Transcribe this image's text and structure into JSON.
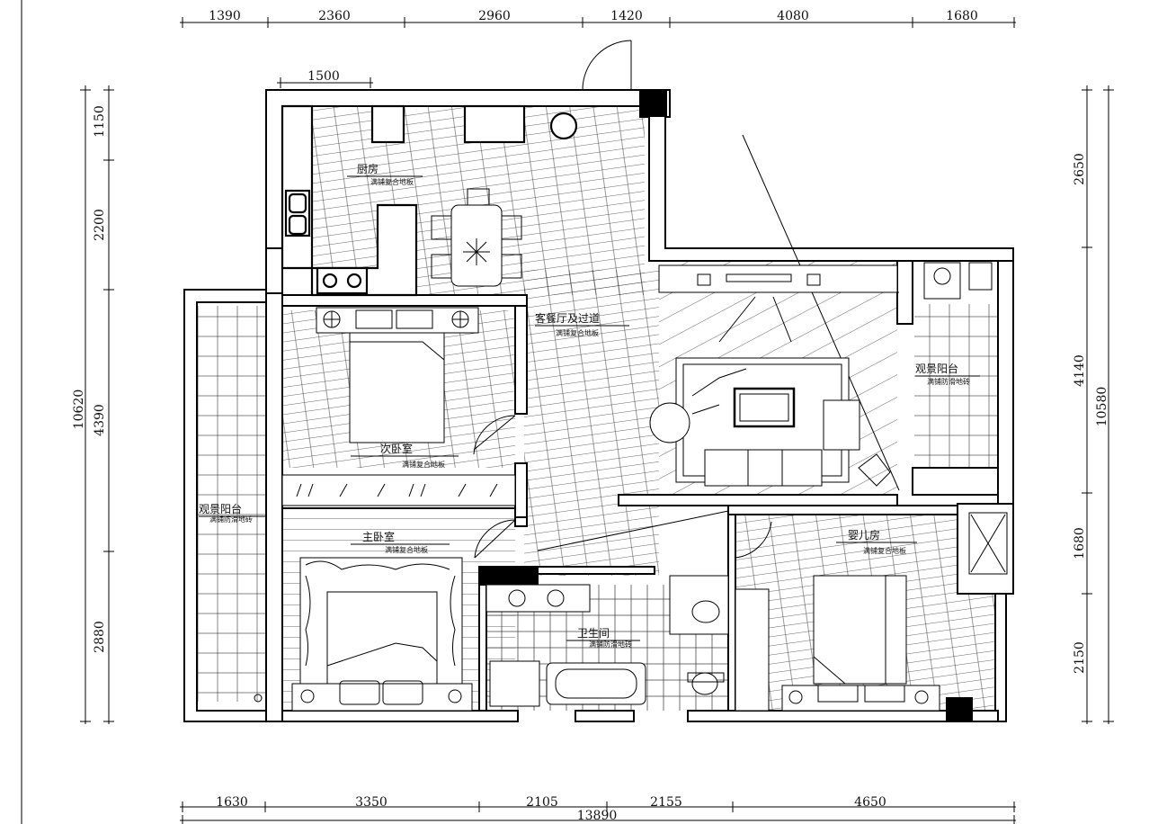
{
  "top_dimensions": [
    "1390",
    "2360",
    "2960",
    "1420",
    "4080",
    "1680"
  ],
  "top_sub_dimension": "1500",
  "bottom_dimensions": [
    "1630",
    "3350",
    "2105",
    "2155",
    "4650"
  ],
  "bottom_total": "13890",
  "left_dimensions": [
    "1150",
    "2200",
    "4390",
    "2880"
  ],
  "left_total": "10620",
  "right_dimensions": [
    "2650",
    "4140",
    "1680",
    "2150"
  ],
  "right_total": "10580",
  "rooms": {
    "kitchen": {
      "name": "厨房",
      "floor": "满铺复合地板"
    },
    "living": {
      "name": "客餐厅及过道",
      "floor": "满铺复合地板"
    },
    "second_bedroom": {
      "name": "次卧室",
      "floor": "满铺复合地板"
    },
    "master_bedroom": {
      "name": "主卧室",
      "floor": "满铺复合地板"
    },
    "bathroom": {
      "name": "卫生间",
      "floor": "满铺防滑地砖"
    },
    "nursery": {
      "name": "婴儿房",
      "floor": "满铺复合地板"
    },
    "west_balcony": {
      "name": "观景阳台",
      "floor": "满铺防滑地砖"
    },
    "east_balcony": {
      "name": "观景阳台",
      "floor": "满铺防滑地砖"
    }
  }
}
